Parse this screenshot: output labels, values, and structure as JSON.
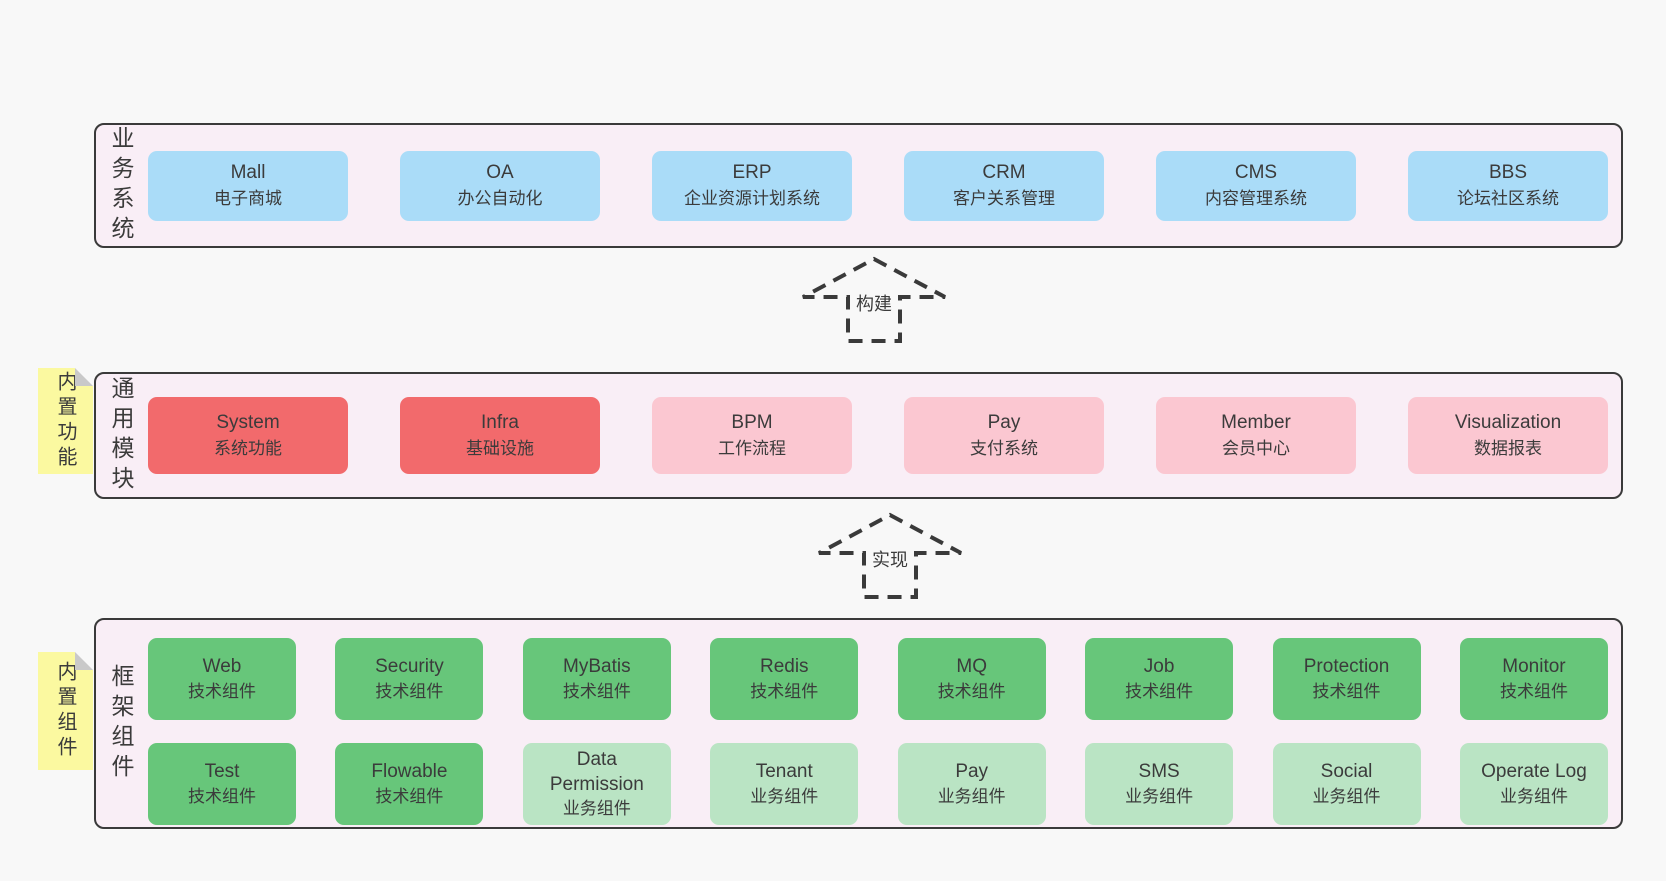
{
  "colors": {
    "page_bg": "#f8f8f8",
    "layer_bg": "#f9eef6",
    "layer_border": "#3a3a3a",
    "blue": "#aadcf8",
    "red": "#f26a6c",
    "pink": "#fbc7d1",
    "green": "#67c67a",
    "green_light": "#bae4c4",
    "sticky": "#fbf9a0",
    "sticky_fold": "#c9c9c9",
    "text": "#3b3b3b"
  },
  "arrows": {
    "build": "构建",
    "implement": "实现"
  },
  "layers": {
    "business": {
      "label": "业务系统",
      "boxes": [
        {
          "name": "Mall",
          "subtitle": "电子商城"
        },
        {
          "name": "OA",
          "subtitle": "办公自动化"
        },
        {
          "name": "ERP",
          "subtitle": "企业资源计划系统"
        },
        {
          "name": "CRM",
          "subtitle": "客户关系管理"
        },
        {
          "name": "CMS",
          "subtitle": "内容管理系统"
        },
        {
          "name": "BBS",
          "subtitle": "论坛社区系统"
        }
      ]
    },
    "modules": {
      "label": "通用模块",
      "sticky": "内置功能",
      "boxes": [
        {
          "name": "System",
          "subtitle": "系统功能"
        },
        {
          "name": "Infra",
          "subtitle": "基础设施"
        },
        {
          "name": "BPM",
          "subtitle": "工作流程"
        },
        {
          "name": "Pay",
          "subtitle": "支付系统"
        },
        {
          "name": "Member",
          "subtitle": "会员中心"
        },
        {
          "name": "Visualization",
          "subtitle": "数据报表"
        }
      ]
    },
    "components": {
      "label": "框架组件",
      "sticky": "内置组件",
      "rows": [
        [
          {
            "name": "Web",
            "subtitle": "技术组件"
          },
          {
            "name": "Security",
            "subtitle": "技术组件"
          },
          {
            "name": "MyBatis",
            "subtitle": "技术组件"
          },
          {
            "name": "Redis",
            "subtitle": "技术组件"
          },
          {
            "name": "MQ",
            "subtitle": "技术组件"
          },
          {
            "name": "Job",
            "subtitle": "技术组件"
          },
          {
            "name": "Protection",
            "subtitle": "技术组件"
          },
          {
            "name": "Monitor",
            "subtitle": "技术组件"
          }
        ],
        [
          {
            "name": "Test",
            "subtitle": "技术组件"
          },
          {
            "name": "Flowable",
            "subtitle": "技术组件"
          },
          {
            "name": "Data Permission",
            "subtitle": "业务组件"
          },
          {
            "name": "Tenant",
            "subtitle": "业务组件"
          },
          {
            "name": "Pay",
            "subtitle": "业务组件"
          },
          {
            "name": "SMS",
            "subtitle": "业务组件"
          },
          {
            "name": "Social",
            "subtitle": "业务组件"
          },
          {
            "name": "Operate Log",
            "subtitle": "业务组件"
          }
        ]
      ]
    }
  }
}
